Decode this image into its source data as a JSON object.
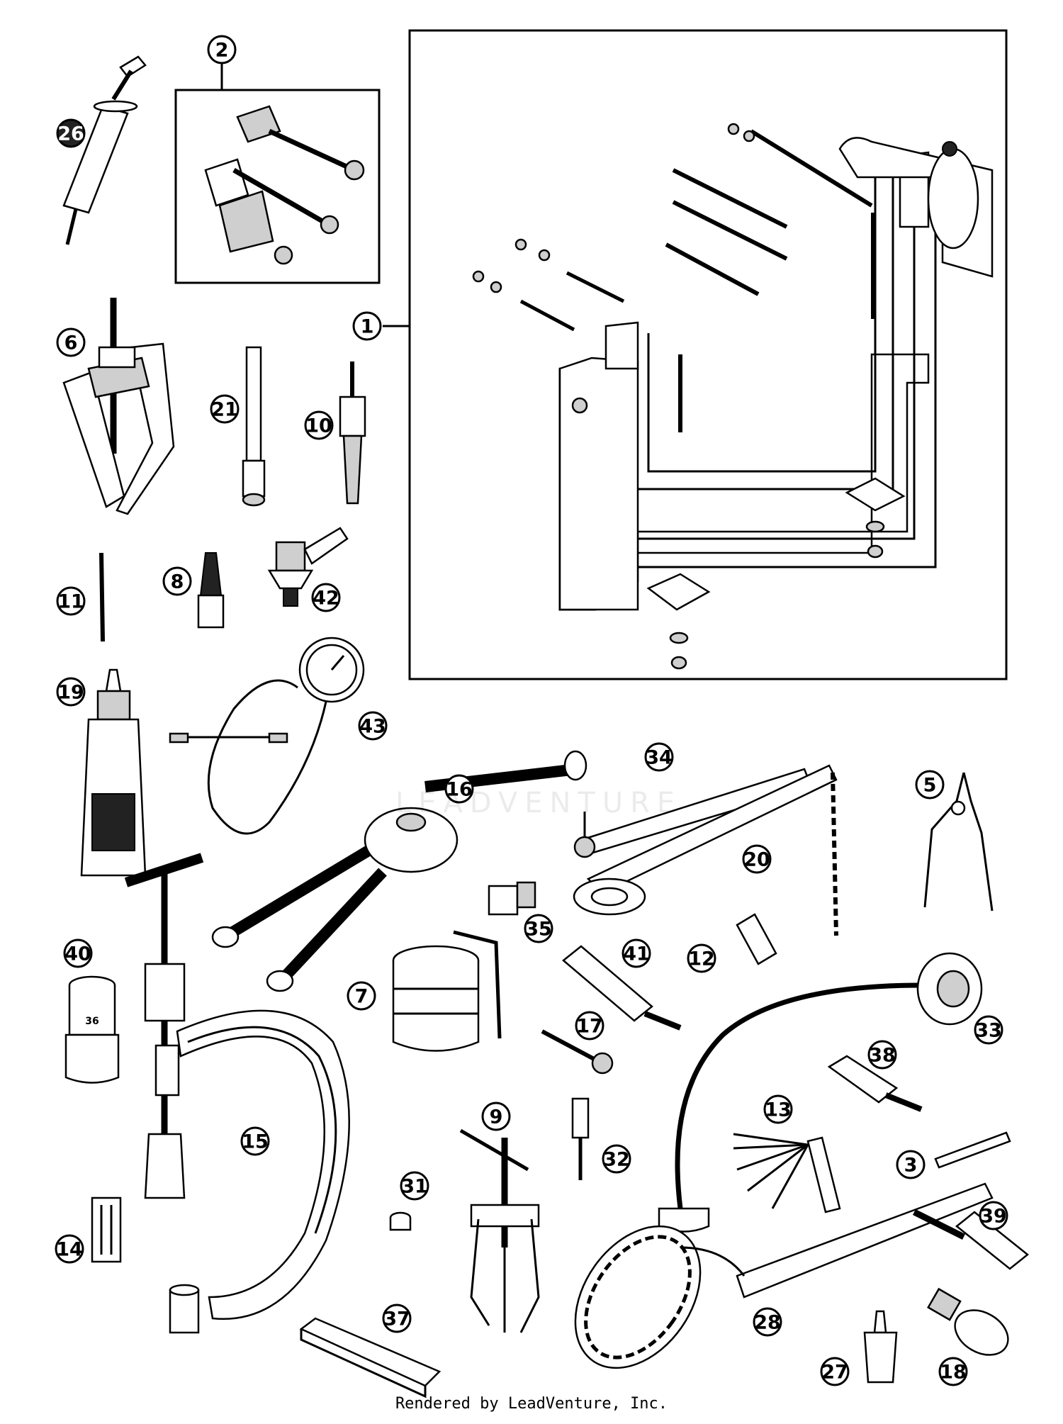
{
  "footer_text": "Rendered by LeadVenture, Inc.",
  "watermark_text": "LEADVENTURE",
  "callouts": {
    "c1": "1",
    "c2": "2",
    "c3": "3",
    "c5": "5",
    "c6": "6",
    "c7": "7",
    "c8": "8",
    "c9": "9",
    "c10": "10",
    "c11": "11",
    "c12": "12",
    "c13": "13",
    "c14": "14",
    "c15": "15",
    "c16": "16",
    "c17": "17",
    "c18": "18",
    "c19": "19",
    "c20": "20",
    "c21": "21",
    "c26": "26",
    "c27": "27",
    "c28": "28",
    "c31": "31",
    "c32": "32",
    "c33": "33",
    "c34": "34",
    "c35": "35",
    "c37": "37",
    "c38": "38",
    "c39": "39",
    "c40": "40",
    "c41": "41",
    "c42": "42",
    "c43": "43"
  },
  "socket_label": "36"
}
